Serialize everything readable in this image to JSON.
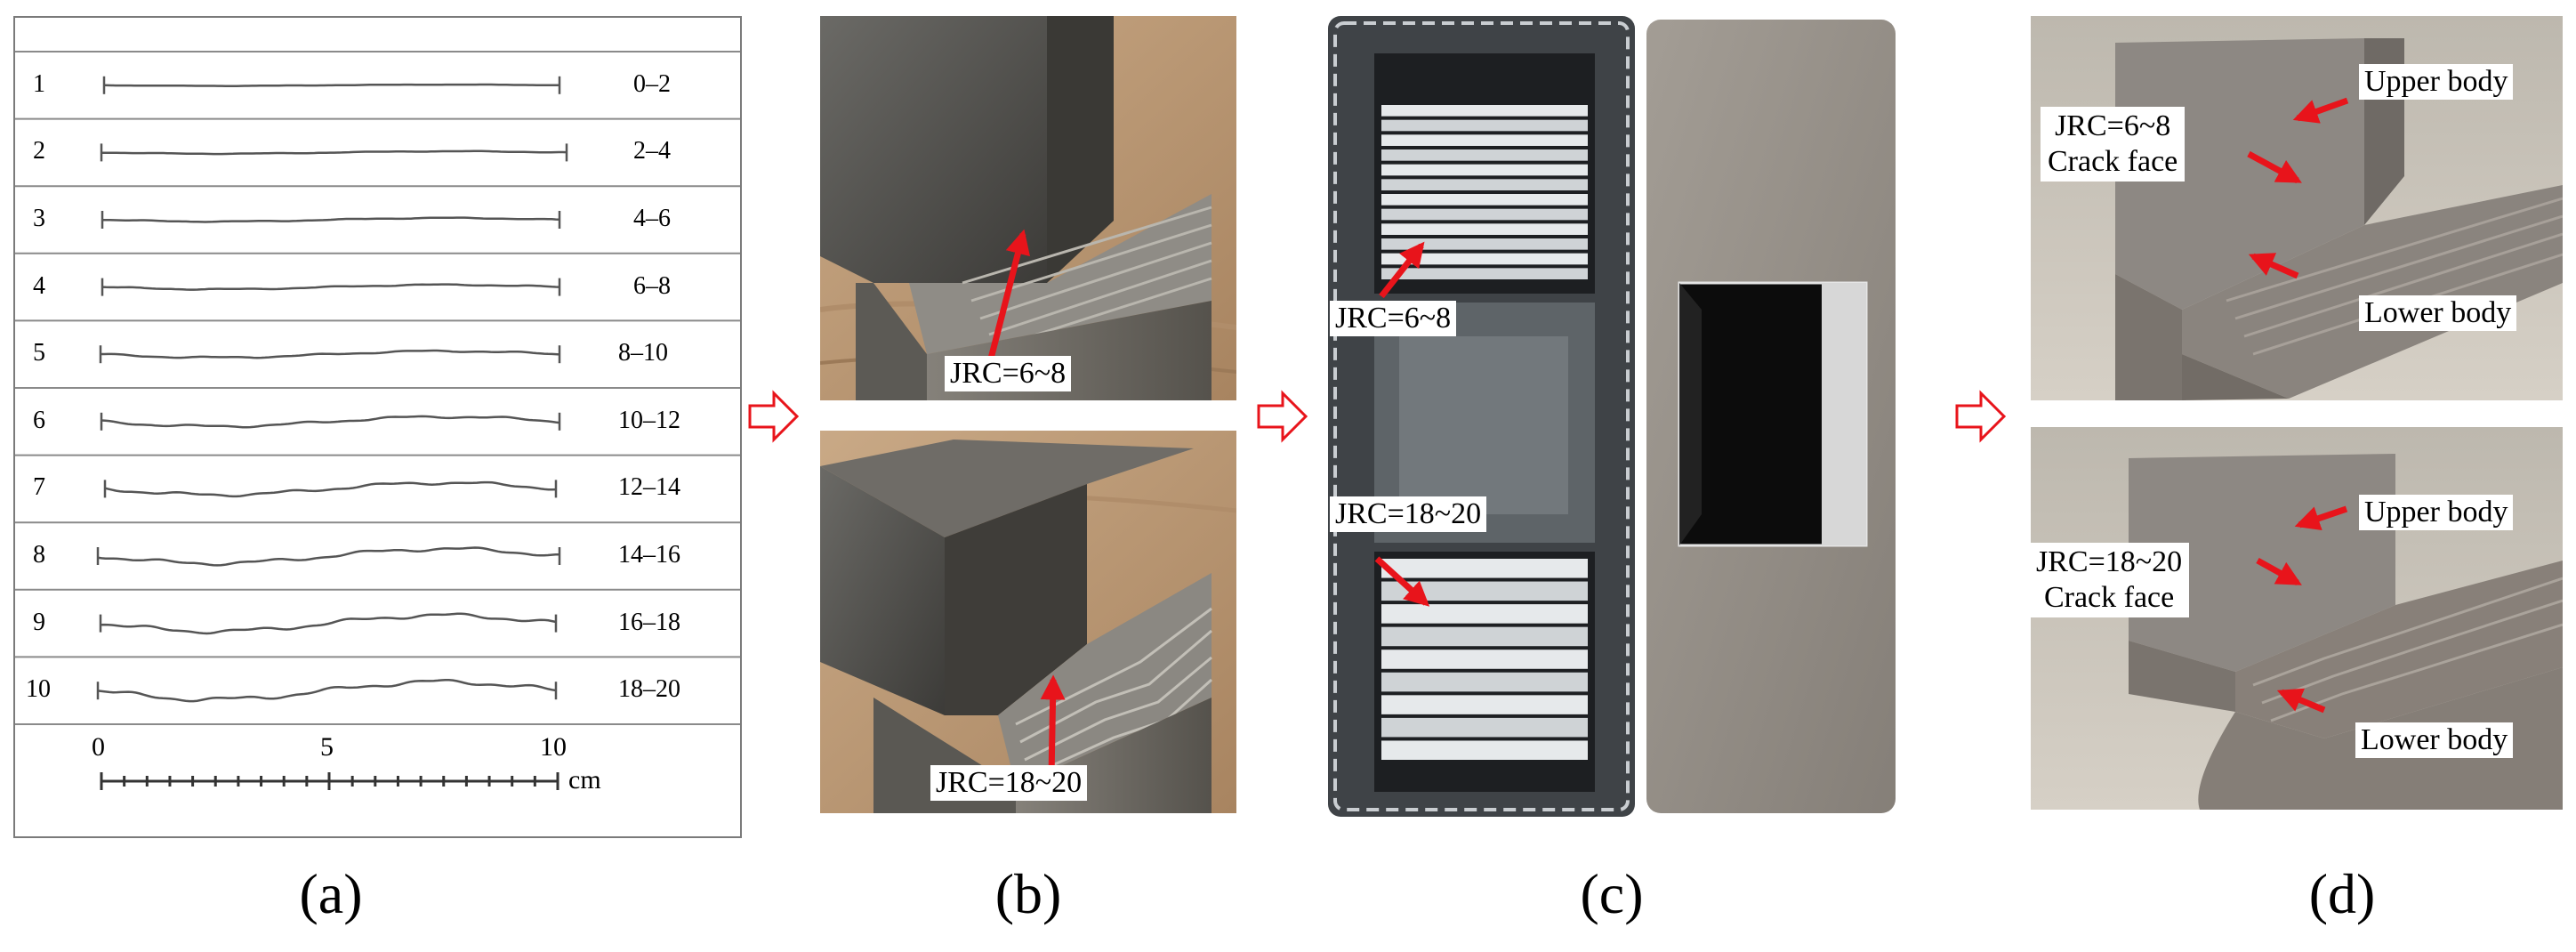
{
  "panel_a": {
    "rows": [
      {
        "num": "1",
        "range": "0–2"
      },
      {
        "num": "2",
        "range": "2–4"
      },
      {
        "num": "3",
        "range": "4–6"
      },
      {
        "num": "4",
        "range": "6–8"
      },
      {
        "num": "5",
        "range": "8–10"
      },
      {
        "num": "6",
        "range": "10–12"
      },
      {
        "num": "7",
        "range": "12–14"
      },
      {
        "num": "8",
        "range": "14–16"
      },
      {
        "num": "9",
        "range": "16–18"
      },
      {
        "num": "10",
        "range": "18–20"
      }
    ],
    "scale": {
      "tick0": "0",
      "tick5": "5",
      "tick10": "10",
      "unit": "cm"
    }
  },
  "panel_b": {
    "label_top": "JRC=6~8",
    "label_bottom": "JRC=18~20"
  },
  "panel_c": {
    "label_top": "JRC=6~8",
    "label_bottom": "JRC=18~20"
  },
  "panel_d": {
    "top": {
      "upper": "Upper body",
      "jrc": "JRC=6~8",
      "crack": "Crack face",
      "lower": "Lower body"
    },
    "bottom": {
      "upper": "Upper body",
      "jrc": "JRC=18~20",
      "crack": "Crack face",
      "lower": "Lower body"
    }
  },
  "captions": {
    "a": "(a)",
    "b": "(b)",
    "c": "(c)",
    "d": "(d)"
  },
  "colors": {
    "arrow": "#e8141b",
    "flow_arrow": "#e8141b",
    "profile_line": "#555555"
  }
}
